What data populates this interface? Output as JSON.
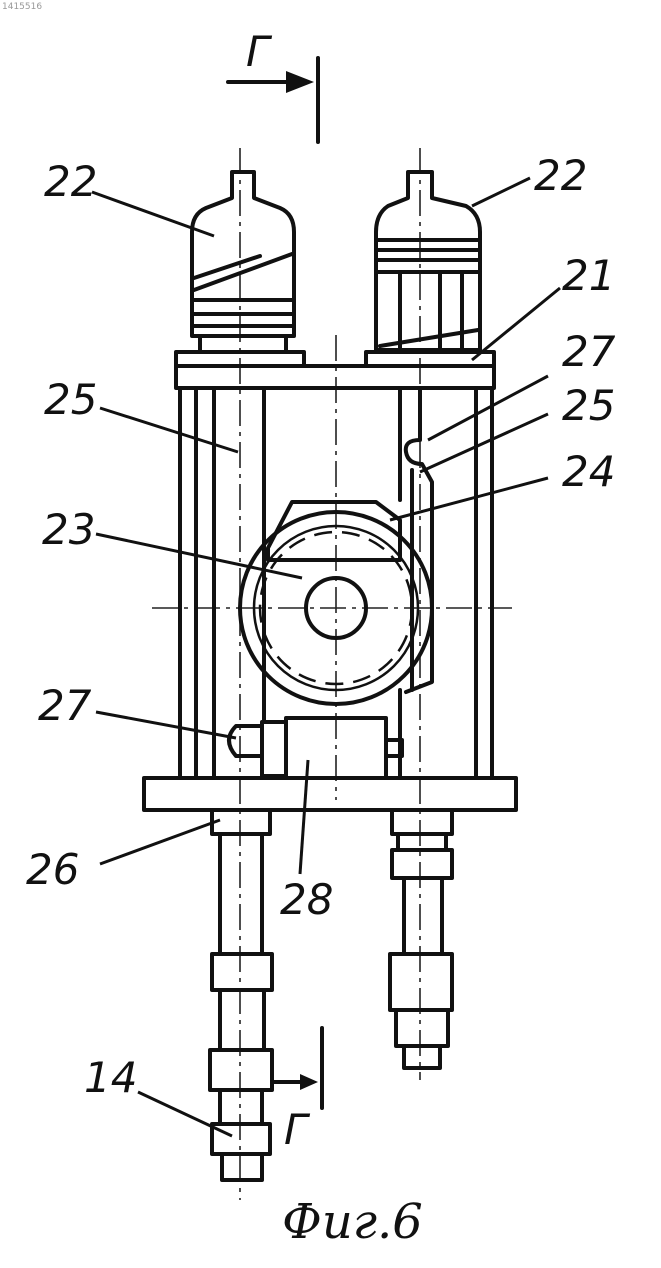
{
  "doc_id": "1415516",
  "section_mark": "Г",
  "caption": "Фиг.6",
  "callouts": {
    "valve_left": "22",
    "valve_right": "22",
    "top_plate": "21",
    "pipe_left": "25",
    "pipe_right": "25",
    "clamp_upper": "27",
    "clamp_lower": "27",
    "drum": "23",
    "housing": "24",
    "base_plate": "26",
    "block": "28",
    "fitting": "14"
  }
}
